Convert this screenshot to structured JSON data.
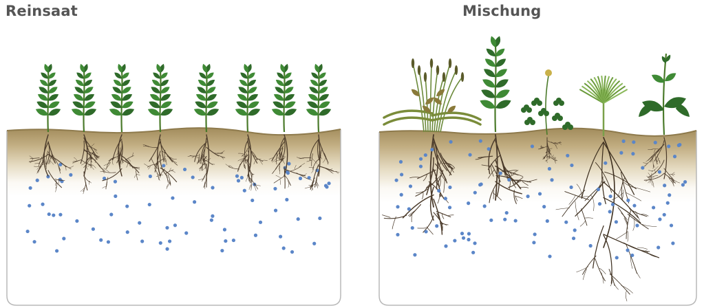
{
  "panels": {
    "left": {
      "title": "Reinsaat",
      "plant_icon": "bean-plant-icon",
      "plant_count": 8
    },
    "right": {
      "title": "Mischung",
      "plant_icons": [
        "grass-plant-icon",
        "bean-plant-icon",
        "clover-plant-icon",
        "lupine-plant-icon",
        "sunflower-plant-icon"
      ]
    }
  },
  "colors": {
    "leaf": "#2f6b2a",
    "leaf_light": "#3f8a35",
    "stem": "#4a7a2a",
    "soil_top": "#a08a5a",
    "soil_mid": "#d8c9a3",
    "root": "#4a3a2a",
    "water_dot": "#5b86c8",
    "frame": "#b8b8b8"
  }
}
